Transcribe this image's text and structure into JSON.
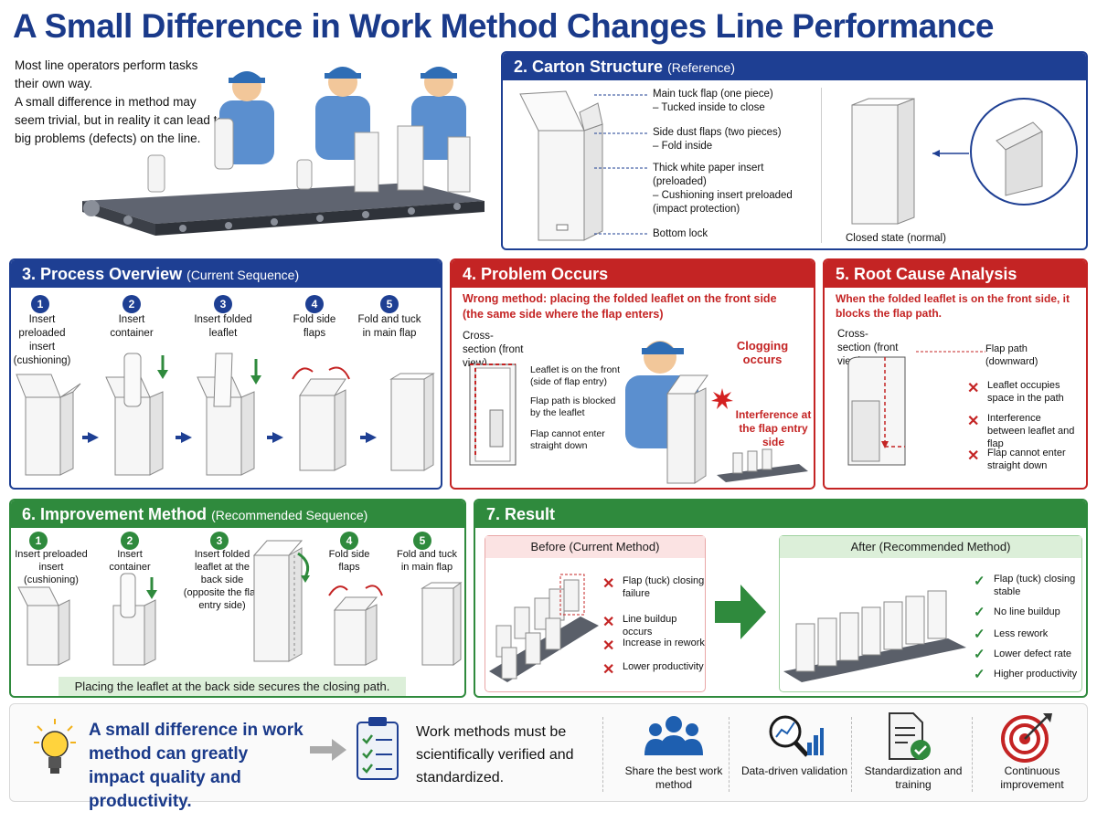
{
  "title": "A Small Difference in Work Method Changes Line Performance",
  "intro": [
    "Most line operators perform tasks their own way.",
    "A small difference in method may seem trivial, but in reality it can lead to big problems (defects) on the line."
  ],
  "carton": {
    "num": "2.",
    "title": "Carton Structure",
    "sub": "(Reference)",
    "labels": [
      {
        "title": "Main tuck flap (one piece)",
        "desc": "– Tucked inside to close"
      },
      {
        "title": "Side dust flaps (two pieces)",
        "desc": "– Fold inside"
      },
      {
        "title": "Thick white paper insert (preloaded)",
        "desc": "– Cushioning insert preloaded (impact protection)"
      },
      {
        "title": "Bottom lock",
        "desc": ""
      }
    ],
    "closed_label": "Closed state (normal)"
  },
  "process": {
    "num": "3.",
    "title": "Process Overview",
    "sub": "(Current Sequence)",
    "steps": [
      {
        "n": "1",
        "label": "Insert preloaded insert (cushioning)"
      },
      {
        "n": "2",
        "label": "Insert container"
      },
      {
        "n": "3",
        "label": "Insert folded leaflet"
      },
      {
        "n": "4",
        "label": "Fold side flaps"
      },
      {
        "n": "5",
        "label": "Fold and tuck in main flap"
      }
    ]
  },
  "problem": {
    "num": "4.",
    "title": "Problem Occurs",
    "headline": "Wrong method: placing the folded leaflet on the front side (the same side where the flap enters)",
    "cross_label": "Cross-section (front view)",
    "notes": [
      "Leaflet is on the front (side of flap entry)",
      "Flap path is blocked by the leaflet",
      "Flap cannot enter straight down"
    ],
    "clog": "Clogging occurs",
    "interference": "Interference at the flap entry side"
  },
  "root": {
    "num": "5.",
    "title": "Root Cause Analysis",
    "headline": "When the folded leaflet is on the front side, it blocks the flap path.",
    "cross_label": "Cross-section (front view)",
    "path_label": "Flap path (downward)",
    "points": [
      "Leaflet occupies space in the path",
      "Interference between leaflet and flap",
      "Flap cannot enter straight down"
    ]
  },
  "improve": {
    "num": "6.",
    "title": "Improvement Method",
    "sub": "(Recommended Sequence)",
    "steps": [
      {
        "n": "1",
        "label": "Insert preloaded insert (cushioning)"
      },
      {
        "n": "2",
        "label": "Insert container"
      },
      {
        "n": "3",
        "label": "Insert folded leaflet at the back side (opposite the flap entry side)"
      },
      {
        "n": "4",
        "label": "Fold side flaps"
      },
      {
        "n": "5",
        "label": "Fold and tuck in main flap"
      }
    ],
    "note": "Placing the leaflet at the back side secures the closing path."
  },
  "result": {
    "num": "7.",
    "title": "Result",
    "before_title": "Before (Current Method)",
    "before_items": [
      "Flap (tuck) closing failure",
      "Line buildup occurs",
      "Increase in rework",
      "Lower productivity"
    ],
    "after_title": "After (Recommended Method)",
    "after_items": [
      "Flap (tuck) closing stable",
      "No line buildup",
      "Less rework",
      "Lower defect rate",
      "Higher productivity"
    ]
  },
  "bottom": {
    "message": "A small difference in work method can greatly impact quality and productivity.",
    "message2": "Work methods must be scientifically verified and standardized.",
    "features": [
      {
        "label": "Share the best work method",
        "icon": "team-icon"
      },
      {
        "label": "Data-driven validation",
        "icon": "magnifier-chart-icon"
      },
      {
        "label": "Standardization and training",
        "icon": "document-check-icon"
      },
      {
        "label": "Continuous improvement",
        "icon": "target-icon"
      }
    ]
  },
  "colors": {
    "blue": "#1e3f93",
    "red": "#c42424",
    "green": "#2f8a3d",
    "title": "#1a3a8a"
  }
}
